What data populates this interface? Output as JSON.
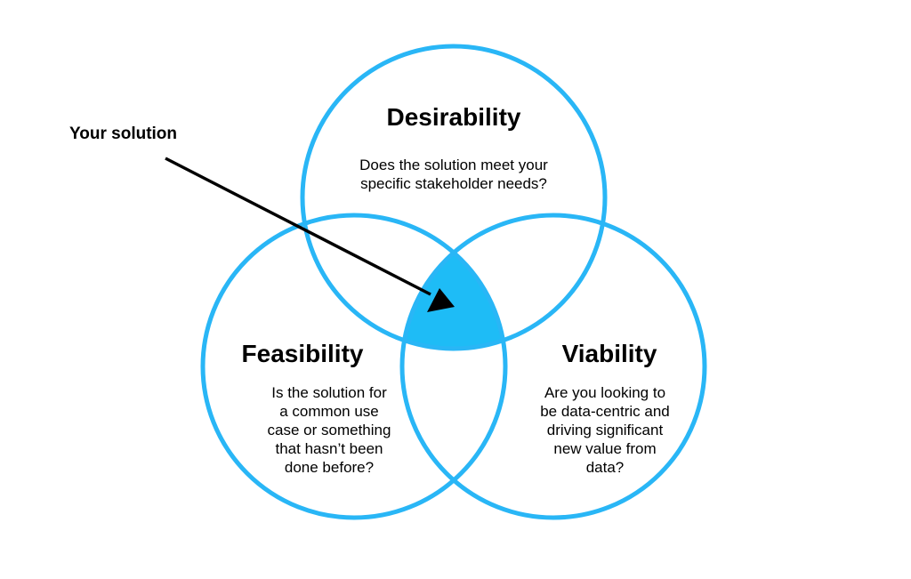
{
  "colors": {
    "circle_stroke": "#29b6f6",
    "intersection_fill": "#1ebcf6",
    "arrow": "#000000",
    "text": "#000000"
  },
  "pointer": {
    "label": "Your solution"
  },
  "circles": [
    {
      "id": "desirability",
      "title": "Desirability",
      "description": "Does the solution meet your\nspecific stakeholder needs?"
    },
    {
      "id": "feasibility",
      "title": "Feasibility",
      "description": "Is the solution for\na common use\ncase or something\nthat hasn’t been\ndone before?"
    },
    {
      "id": "viability",
      "title": "Viability",
      "description": "Are you looking to\nbe data-centric and\ndriving significant\nnew value from\ndata?"
    }
  ]
}
